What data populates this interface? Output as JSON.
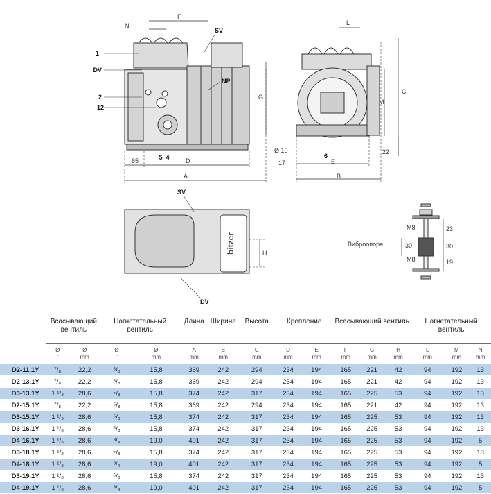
{
  "drawing": {
    "callouts": [
      "1",
      "DV",
      "2",
      "12",
      "5",
      "4",
      "SV",
      "NP",
      "6",
      "SV",
      "DV"
    ],
    "dims": {
      "N": "N",
      "F": "F",
      "G": "G",
      "D": "D",
      "A": "A",
      "d65": "65",
      "L": "L",
      "C": "C",
      "M": "M",
      "d10": "Ø 10",
      "d17": "17",
      "E": "E",
      "B": "B",
      "d22": "22",
      "H": "H"
    },
    "brand": "bitzer",
    "vibro": {
      "label": "Виброопора",
      "m8a": "M8",
      "m8b": "M8",
      "d23": "23",
      "d30a": "30",
      "d30b": "30",
      "d19": "19"
    }
  },
  "table": {
    "groups": [
      "Всасывающий вентиль",
      "Нагнетательный вентиль",
      "Длина",
      "Ширина",
      "Высота",
      "Крепление",
      "Всасывающий вентиль",
      "Нагнетательный вентиль"
    ],
    "sub_headers": [
      {
        "top": "Ø",
        "bottom": "\""
      },
      {
        "top": "Ø",
        "bottom": "mm"
      },
      {
        "top": "Ø",
        "bottom": "\""
      },
      {
        "top": "Ø",
        "bottom": "mm"
      },
      {
        "top": "A",
        "bottom": "mm"
      },
      {
        "top": "B",
        "bottom": "mm"
      },
      {
        "top": "C",
        "bottom": "mm"
      },
      {
        "top": "D",
        "bottom": "mm"
      },
      {
        "top": "E",
        "bottom": "mm"
      },
      {
        "top": "F",
        "bottom": "mm"
      },
      {
        "top": "G",
        "bottom": "mm"
      },
      {
        "top": "H",
        "bottom": "mm"
      },
      {
        "top": "L",
        "bottom": "mm"
      },
      {
        "top": "M",
        "bottom": "mm"
      },
      {
        "top": "N",
        "bottom": "mm"
      }
    ],
    "rows": [
      {
        "model": "D2-11.1Y",
        "s_in": "⁷/₈",
        "s_mm": "22,2",
        "d_in": "⁵/₈",
        "d_mm": "15,8",
        "A": "369",
        "B": "242",
        "C": "294",
        "D": "234",
        "E": "194",
        "F": "165",
        "G": "221",
        "H": "42",
        "L": "94",
        "M": "192",
        "N": "13"
      },
      {
        "model": "D2-13.1Y",
        "s_in": "⁷/₈",
        "s_mm": "22,2",
        "d_in": "⁵/₈",
        "d_mm": "15,8",
        "A": "369",
        "B": "242",
        "C": "294",
        "D": "234",
        "E": "194",
        "F": "165",
        "G": "221",
        "H": "42",
        "L": "94",
        "M": "192",
        "N": "13"
      },
      {
        "model": "D3-13.1Y",
        "s_in": "1 ¹/₈",
        "s_mm": "28,6",
        "d_in": "⁵/₈",
        "d_mm": "15,8",
        "A": "374",
        "B": "242",
        "C": "317",
        "D": "234",
        "E": "194",
        "F": "165",
        "G": "225",
        "H": "53",
        "L": "94",
        "M": "192",
        "N": "13"
      },
      {
        "model": "D2-15.1Y",
        "s_in": "⁷/₈",
        "s_mm": "22,2",
        "d_in": "⁵/₈",
        "d_mm": "15,8",
        "A": "369",
        "B": "242",
        "C": "294",
        "D": "234",
        "E": "194",
        "F": "165",
        "G": "221",
        "H": "42",
        "L": "94",
        "M": "192",
        "N": "13"
      },
      {
        "model": "D3-15.1Y",
        "s_in": "1 ¹/₈",
        "s_mm": "28,6",
        "d_in": "⁵/₈",
        "d_mm": "15,8",
        "A": "374",
        "B": "242",
        "C": "317",
        "D": "234",
        "E": "194",
        "F": "165",
        "G": "225",
        "H": "53",
        "L": "94",
        "M": "192",
        "N": "13"
      },
      {
        "model": "D3-16.1Y",
        "s_in": "1 ¹/₈",
        "s_mm": "28,6",
        "d_in": "⁵/₈",
        "d_mm": "15,8",
        "A": "374",
        "B": "242",
        "C": "317",
        "D": "234",
        "E": "194",
        "F": "165",
        "G": "225",
        "H": "53",
        "L": "94",
        "M": "192",
        "N": "13"
      },
      {
        "model": "D4-16.1Y",
        "s_in": "1 ¹/₈",
        "s_mm": "28,6",
        "d_in": "³/₄",
        "d_mm": "19,0",
        "A": "401",
        "B": "242",
        "C": "317",
        "D": "234",
        "E": "194",
        "F": "165",
        "G": "225",
        "H": "53",
        "L": "94",
        "M": "192",
        "N": "5"
      },
      {
        "model": "D3-18.1Y",
        "s_in": "1 ¹/₈",
        "s_mm": "28,6",
        "d_in": "⁵/₈",
        "d_mm": "15,8",
        "A": "374",
        "B": "242",
        "C": "317",
        "D": "234",
        "E": "194",
        "F": "165",
        "G": "225",
        "H": "53",
        "L": "94",
        "M": "192",
        "N": "13"
      },
      {
        "model": "D4-18.1Y",
        "s_in": "1 ¹/₈",
        "s_mm": "28,6",
        "d_in": "³/₄",
        "d_mm": "19,0",
        "A": "401",
        "B": "242",
        "C": "317",
        "D": "234",
        "E": "194",
        "F": "165",
        "G": "225",
        "H": "53",
        "L": "94",
        "M": "192",
        "N": "5"
      },
      {
        "model": "D3-19.1Y",
        "s_in": "1 ¹/₈",
        "s_mm": "28,6",
        "d_in": "⁵/₈",
        "d_mm": "15,8",
        "A": "374",
        "B": "242",
        "C": "317",
        "D": "234",
        "E": "194",
        "F": "165",
        "G": "225",
        "H": "53",
        "L": "94",
        "M": "192",
        "N": "13"
      },
      {
        "model": "D4-19.1Y",
        "s_in": "1 ¹/₈",
        "s_mm": "28,6",
        "d_in": "³/₄",
        "d_mm": "19,0",
        "A": "401",
        "B": "242",
        "C": "317",
        "D": "234",
        "E": "194",
        "F": "165",
        "G": "225",
        "H": "53",
        "L": "94",
        "M": "192",
        "N": "5"
      }
    ]
  }
}
